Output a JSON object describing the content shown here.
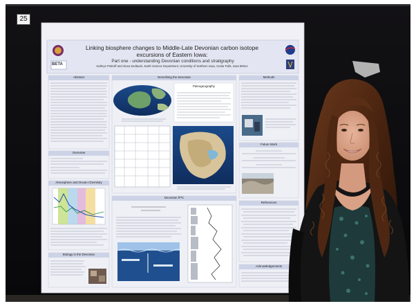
{
  "board_number": "25",
  "poster": {
    "title": "Linking biosphere changes to Middle-Late Devonian carbon isotope excursions of Eastern Iowa:",
    "subtitle": "Part one - understanding Devonian conditions and stratigraphy",
    "authors": "Kathryn Pottroff and Alexa Sedlacek, Earth Science Department, University of Northern Iowa, Cedar Falls, Iowa 50614",
    "logo_left_label": "BETA",
    "section_headers": {
      "abstract": "Abstract",
      "overview": "Overview",
      "atmosphere": "Atmosphere and Ocean Chemistry",
      "biology": "Biology in the Devonian",
      "devonian": "Describing the Devonian",
      "paleogeography": "Paleogeography",
      "isotopes": "Devonian δ¹³C",
      "methods": "Methods",
      "future_work": "Future Work",
      "references": "References",
      "acknowledgements": "Acknowledgements"
    }
  },
  "colors": {
    "background_wall": "#0d0c0e",
    "poster_paper": "#f1f0f6",
    "title_bar": "#e3e6f2",
    "panel_bg": "#dfe2ec",
    "hair": "#5a2e16",
    "top_shirt": "#141414",
    "skin": "#d9a186"
  }
}
